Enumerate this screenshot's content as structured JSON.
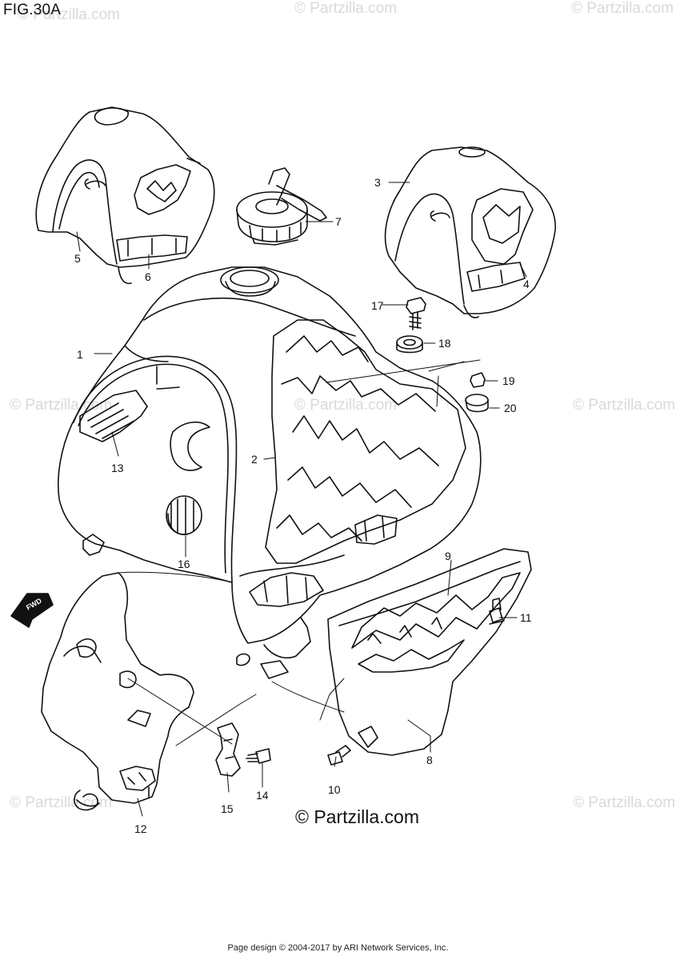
{
  "figure": {
    "title": "FIG.30A"
  },
  "watermark": {
    "text": "© Partzilla.com"
  },
  "copyright": "© Partzilla.com",
  "footer": "Page design © 2004-2017 by ARI Network Services, Inc.",
  "fwd_label": "FWD",
  "callouts": {
    "c1": "1",
    "c2": "2",
    "c3": "3",
    "c4": "4",
    "c5": "5",
    "c6": "6",
    "c7": "7",
    "c8": "8",
    "c9": "9",
    "c10": "10",
    "c11": "11",
    "c12": "12",
    "c13": "13",
    "c14": "14",
    "c15": "15",
    "c16": "16",
    "c17": "17",
    "c18": "18",
    "c19": "19",
    "c20": "20"
  }
}
